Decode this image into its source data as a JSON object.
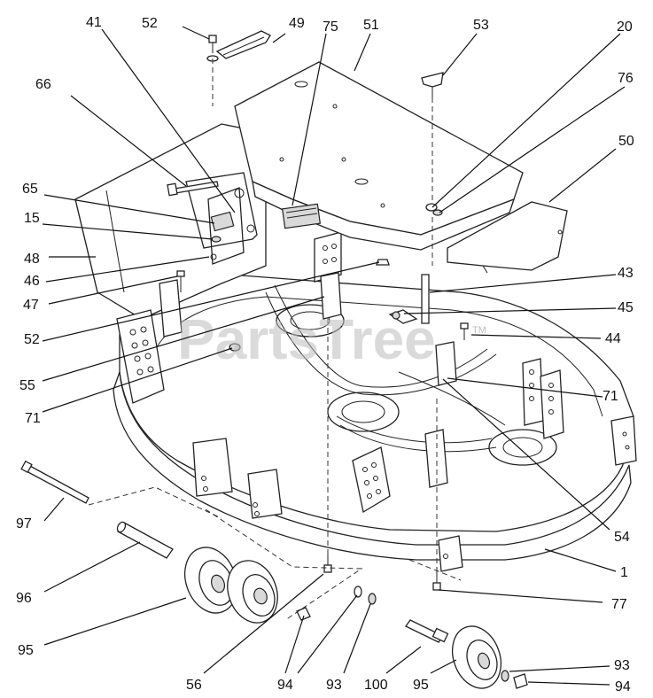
{
  "watermark": {
    "text": "PartsTree",
    "tm": "TM"
  },
  "callouts": [
    {
      "id": "c-41",
      "label": "41"
    },
    {
      "id": "c-52a",
      "label": "52"
    },
    {
      "id": "c-49",
      "label": "49"
    },
    {
      "id": "c-75",
      "label": "75"
    },
    {
      "id": "c-51",
      "label": "51"
    },
    {
      "id": "c-53",
      "label": "53"
    },
    {
      "id": "c-20",
      "label": "20"
    },
    {
      "id": "c-66",
      "label": "66"
    },
    {
      "id": "c-76",
      "label": "76"
    },
    {
      "id": "c-50",
      "label": "50"
    },
    {
      "id": "c-65",
      "label": "65"
    },
    {
      "id": "c-15",
      "label": "15"
    },
    {
      "id": "c-48",
      "label": "48"
    },
    {
      "id": "c-46",
      "label": "46"
    },
    {
      "id": "c-47",
      "label": "47"
    },
    {
      "id": "c-43",
      "label": "43"
    },
    {
      "id": "c-45",
      "label": "45"
    },
    {
      "id": "c-52b",
      "label": "52"
    },
    {
      "id": "c-44",
      "label": "44"
    },
    {
      "id": "c-55",
      "label": "55"
    },
    {
      "id": "c-71a",
      "label": "71"
    },
    {
      "id": "c-71b",
      "label": "71"
    },
    {
      "id": "c-97",
      "label": "97"
    },
    {
      "id": "c-54",
      "label": "54"
    },
    {
      "id": "c-1",
      "label": "1"
    },
    {
      "id": "c-96",
      "label": "96"
    },
    {
      "id": "c-77",
      "label": "77"
    },
    {
      "id": "c-95a",
      "label": "95"
    },
    {
      "id": "c-93a",
      "label": "93"
    },
    {
      "id": "c-56",
      "label": "56"
    },
    {
      "id": "c-94a",
      "label": "94"
    },
    {
      "id": "c-93b",
      "label": "93"
    },
    {
      "id": "c-100",
      "label": "100"
    },
    {
      "id": "c-95b",
      "label": "95"
    },
    {
      "id": "c-94b",
      "label": "94"
    }
  ]
}
